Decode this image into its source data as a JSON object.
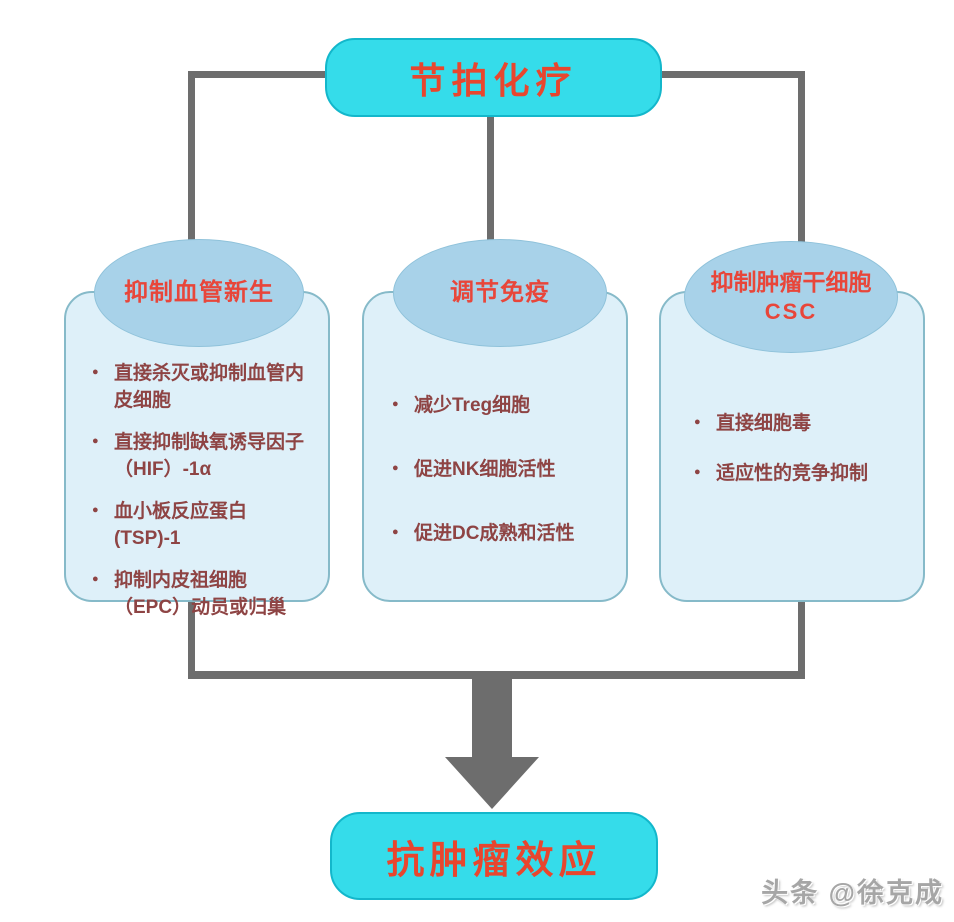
{
  "diagram": {
    "title": "节拍化疗",
    "result": "抗肿瘤效应",
    "branches": [
      {
        "heading": "抑制血管新生",
        "heading_sub": "",
        "items": [
          "直接杀灭或抑制血管内皮细胞",
          "直接抑制缺氧诱导因子（HIF）-1α",
          "血小板反应蛋白 (TSP)-1",
          "抑制内皮祖细胞（EPC）动员或归巢"
        ]
      },
      {
        "heading": "调节免疫",
        "heading_sub": "",
        "items": [
          "减少Treg细胞",
          "促进NK细胞活性",
          "促进DC成熟和活性"
        ]
      },
      {
        "heading": "抑制肿瘤干细胞",
        "heading_sub": "CSC",
        "items": [
          "直接细胞毒",
          "适应性的竞争抑制"
        ]
      }
    ],
    "watermark": "头条 @徐克成",
    "colors": {
      "node_fill": "#35dcea",
      "node_border": "#13b7cb",
      "ellipse_fill": "#a8d2e9",
      "panel_fill": "#def0f9",
      "panel_border": "#86bac9",
      "title_text": "#e8462e",
      "heading_text": "#e8463a",
      "bullet_text": "#8e4444",
      "connector": "#6d6d6d"
    }
  }
}
